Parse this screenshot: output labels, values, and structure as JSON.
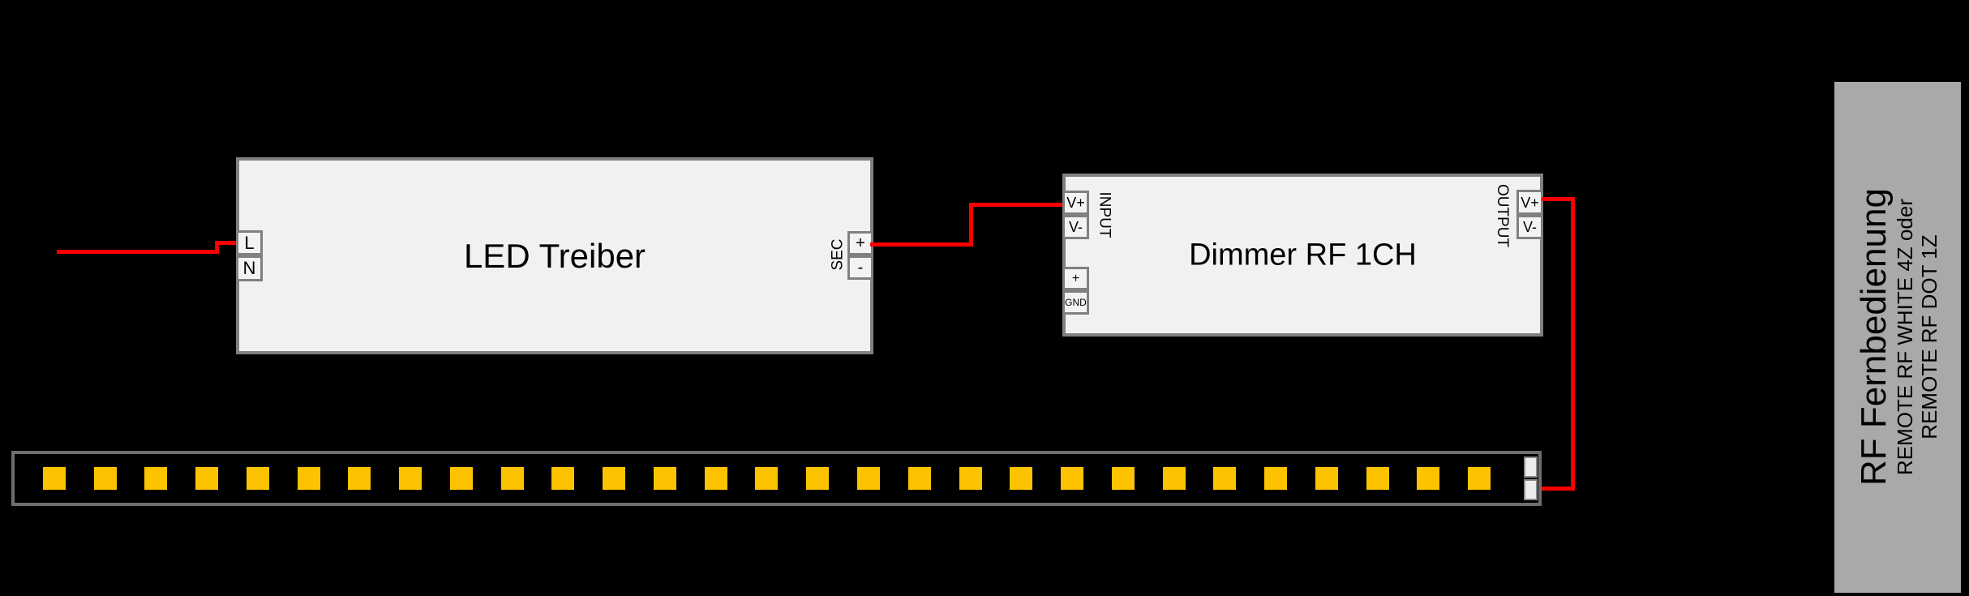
{
  "colors": {
    "background": "#000000",
    "wire": "#ff0000",
    "led": "#fdc300",
    "box_fill": "#f1f1f1",
    "box_border": "#808080",
    "terminal_fill": "#f3f3f3",
    "strip_border": "#6e6e6e",
    "remote_bg": "#a9a9a9"
  },
  "led_driver": {
    "title": "LED Treiber",
    "terminal_l": "L",
    "terminal_n": "N",
    "sec_label": "SEC",
    "sec_plus": "+",
    "sec_minus": "-"
  },
  "dimmer": {
    "title": "Dimmer RF 1CH",
    "input_label": "INPUT",
    "input_vplus": "V+",
    "input_vminus": "V-",
    "aux_plus": "+",
    "aux_gnd": "GND",
    "output_label": "OUTPUT",
    "output_vplus": "V+",
    "output_vminus": "V-"
  },
  "led_strip": {
    "led_count": 29
  },
  "remote": {
    "title": "RF Fernbedienung",
    "subtitle_1": "REMOTE RF WHITE 4Z oder",
    "subtitle_2": "REMOTE RF DOT 1Z"
  }
}
